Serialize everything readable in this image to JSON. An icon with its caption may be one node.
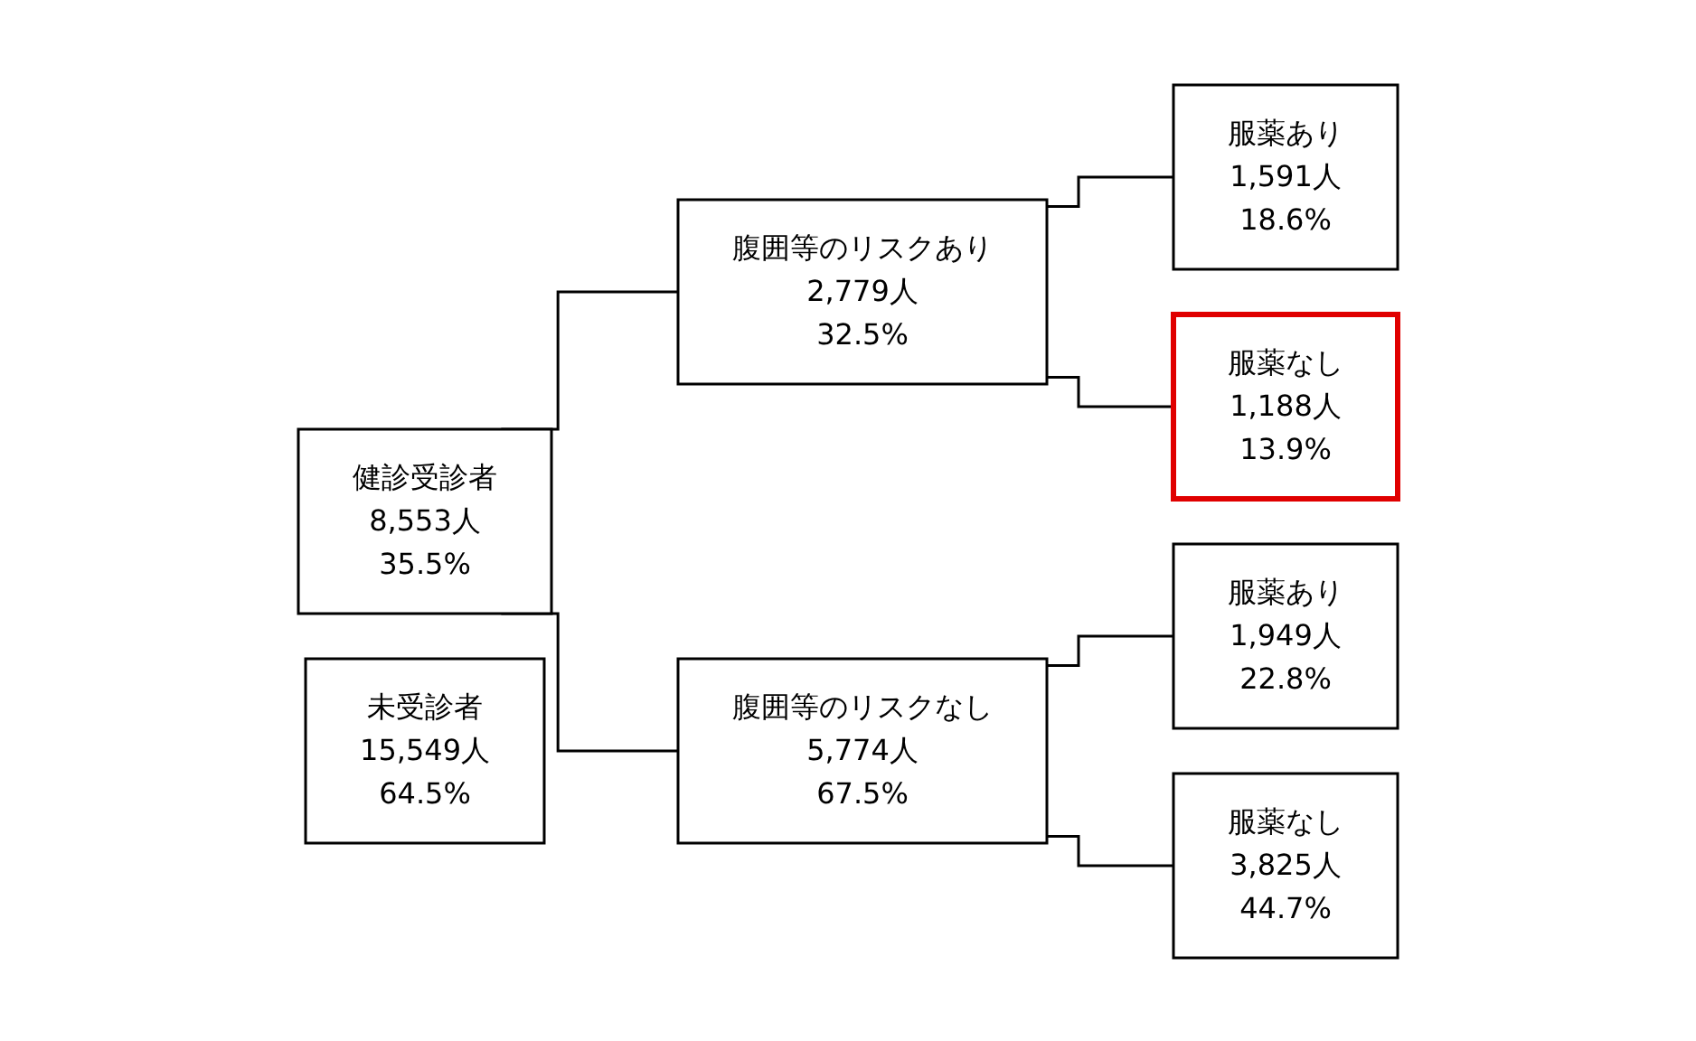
{
  "diagram": {
    "nodes": [
      {
        "text": [
          "健診受診者",
          "8,553人",
          "35.5%"
        ]
      },
      {
        "text": [
          "腹囲等のリスクあり",
          "2,779人",
          "32.5%"
        ]
      },
      {
        "text": [
          "服薬あり",
          "1,591人",
          "18.6%"
        ]
      },
      {
        "text": [
          "服薬なし",
          "1,188人",
          "13.9%"
        ]
      },
      {
        "text": [
          "腹囲等のリスクなし",
          "5,774人",
          "67.5%"
        ]
      },
      {
        "text": [
          "服薬あり",
          "1,949人",
          "22.8%"
        ]
      },
      {
        "text": [
          "服薬なし",
          "3,825人",
          "44.7%"
        ]
      },
      {
        "text": [
          "未受診者",
          "15,549人",
          "64.5%"
        ]
      }
    ],
    "edges": [
      {
        "from": 0,
        "to": 1,
        "arrow": "none"
      },
      {
        "from": 0,
        "to": 4,
        "arrow": "none"
      },
      {
        "from": 1,
        "to": 2,
        "arrow": "none"
      },
      {
        "from": 1,
        "to": 3,
        "arrow": "none"
      },
      {
        "from": 4,
        "to": 5,
        "arrow": "none"
      },
      {
        "from": 4,
        "to": 6,
        "arrow": "none"
      }
    ]
  }
}
